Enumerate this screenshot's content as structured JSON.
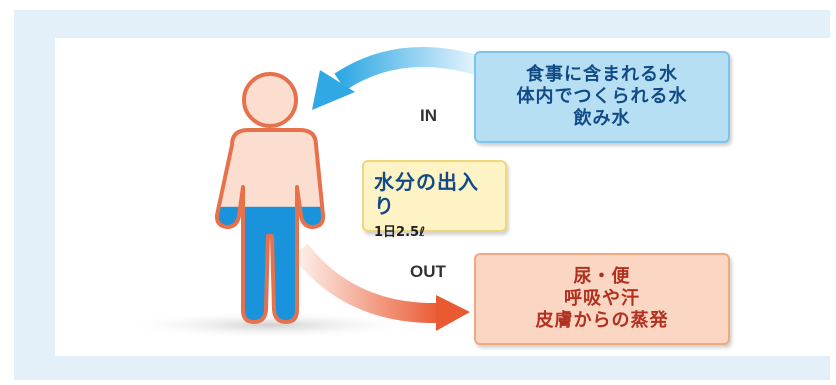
{
  "colors": {
    "frame_background": "#e3f0f9",
    "in_box": "#b6dff4",
    "out_box": "#fbd6c2",
    "balance_box": "#fdf3c4",
    "water_blue": "#1994dc",
    "body_skin": "#fbded0",
    "body_outline": "#e7714b"
  },
  "icons": {
    "figure": "human-water-figure-icon",
    "in_arrow": "curved-arrow-left-icon",
    "out_arrow": "curved-arrow-right-icon"
  },
  "intake": {
    "direction_label": "IN",
    "lines": [
      "食事に含まれる水",
      "体内でつくられる水",
      "飲み水"
    ]
  },
  "balance": {
    "title": "水分の出入り",
    "amount": "1日2.5ℓ"
  },
  "output": {
    "direction_label": "OUT",
    "lines": [
      "尿・便",
      "呼吸や汗",
      "皮膚からの蒸発"
    ]
  },
  "figure": {
    "water_level_fraction": 0.6
  }
}
